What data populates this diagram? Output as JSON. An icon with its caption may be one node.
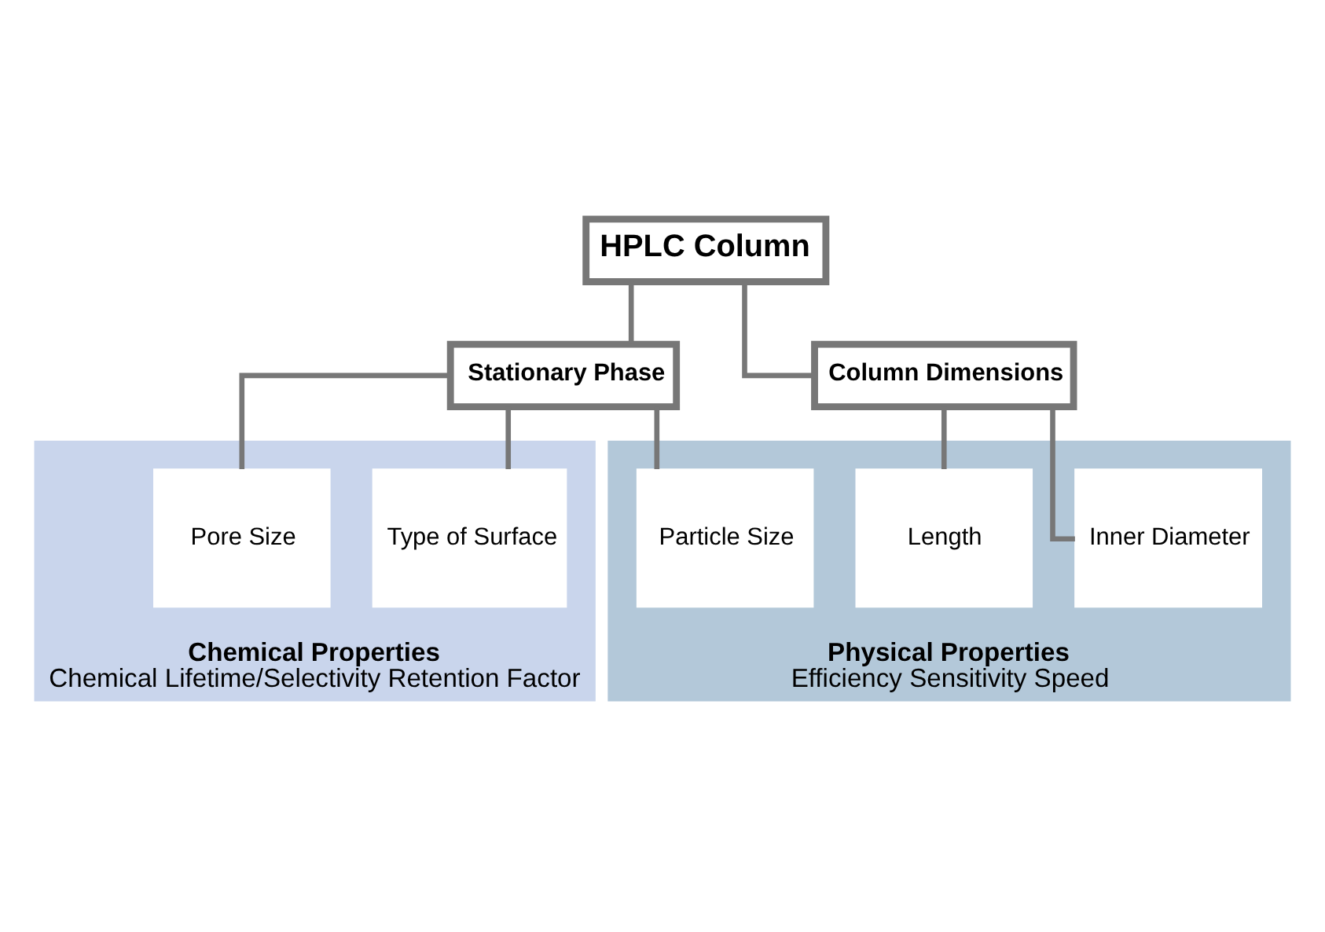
{
  "diagram": {
    "nodes": [
      {
        "text": [
          "HPLC Column"
        ]
      },
      {
        "text": [
          "Stationary Phase"
        ]
      },
      {
        "text": [
          "Column Dimensions"
        ]
      },
      {
        "text": [
          "Chemical Properties",
          "Chemical Lifetime/Selectivity Retention Factor"
        ]
      },
      {
        "text": [
          "Type of Surface"
        ],
        "in": 3
      },
      {
        "text": [
          "Pore Size"
        ],
        "in": 3
      },
      {
        "text": [
          "Physical Properties",
          "Efficiency Sensitivity Speed"
        ]
      },
      {
        "text": [
          "Particle Size"
        ],
        "in": 6
      },
      {
        "text": [
          "Length"
        ],
        "in": 6
      },
      {
        "text": [
          "Inner Diameter"
        ],
        "in": 6
      }
    ],
    "edges": [
      {
        "from": 0,
        "to": 1,
        "arrow": "none"
      },
      {
        "from": 0,
        "to": 2,
        "arrow": "none"
      },
      {
        "from": 1,
        "to": 4,
        "arrow": "none"
      },
      {
        "from": 1,
        "to": 5,
        "arrow": "none"
      },
      {
        "from": 1,
        "to": 7,
        "arrow": "none"
      },
      {
        "from": 2,
        "to": 8,
        "arrow": "none"
      },
      {
        "from": 2,
        "to": 9,
        "arrow": "none"
      }
    ]
  }
}
